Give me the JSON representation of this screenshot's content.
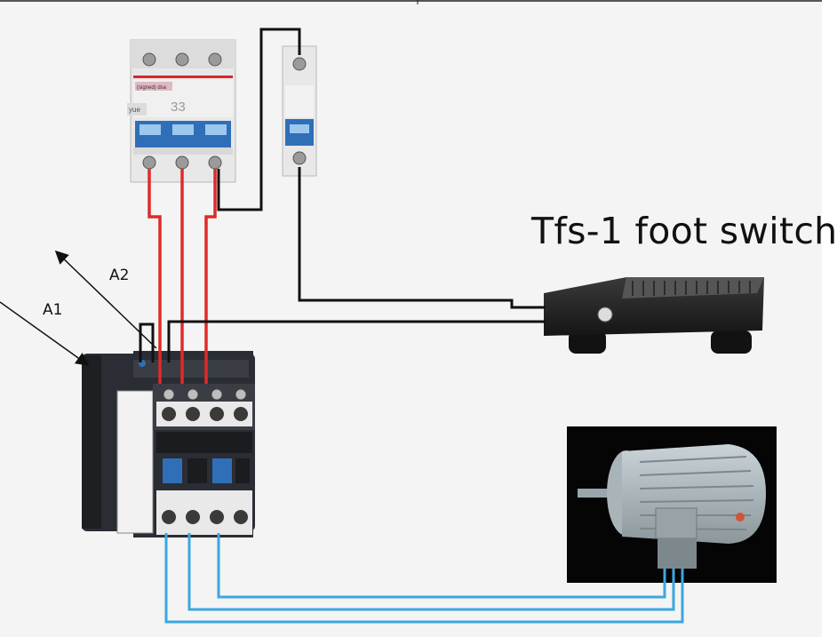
{
  "title": "Tfs-1 foot switch",
  "labels": {
    "a1": "A1",
    "a2": "A2",
    "breaker_number": "33",
    "breaker_tag1": "(signed) dsa",
    "breaker_tag2": "yue"
  },
  "colors": {
    "phase_wire": "#e02a2a",
    "control_wire": "#111111",
    "motor_wire": "#3aa8e0",
    "breaker_blue": "#2f6fb8",
    "contactor_body": "#2a2d33"
  }
}
